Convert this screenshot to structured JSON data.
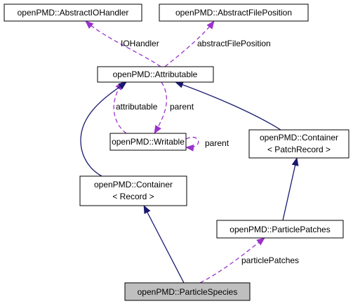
{
  "nodes": {
    "abstract_io_handler": {
      "label": "openPMD::AbstractIOHandler"
    },
    "abstract_file_position": {
      "label": "openPMD::AbstractFilePosition"
    },
    "attributable": {
      "label": "openPMD::Attributable"
    },
    "writable": {
      "label": "openPMD::Writable"
    },
    "container_patch_record": {
      "label_line1": "openPMD::Container",
      "label_line2": "< PatchRecord >"
    },
    "container_record": {
      "label_line1": "openPMD::Container",
      "label_line2": "< Record >"
    },
    "particle_patches": {
      "label": "openPMD::ParticlePatches"
    },
    "particle_species": {
      "label": "openPMD::ParticleSpecies"
    }
  },
  "edge_labels": {
    "io_handler": "IOHandler",
    "abstract_file_position": "abstractFilePosition",
    "attributable": "attributable",
    "parent_attributable": "parent",
    "parent_writable": "parent",
    "particle_patches": "particlePatches"
  },
  "colors": {
    "inheritance": "#191970",
    "membership": "#9a32cd",
    "focus_fill": "#bfbfbf"
  }
}
